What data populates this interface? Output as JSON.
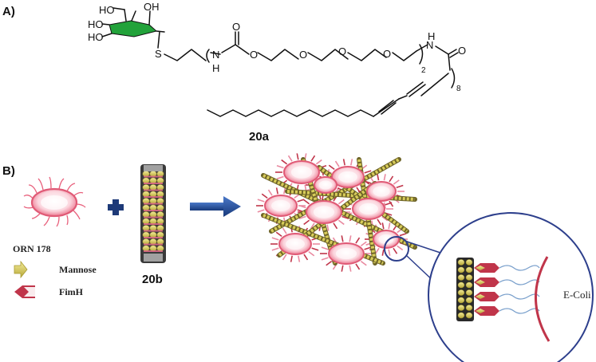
{
  "panel_a": {
    "label": "A)",
    "compound_label": "20a",
    "atoms": {
      "ho1": "HO",
      "oh1": "OH",
      "ho2": "HO",
      "ho3": "HO",
      "s": "S",
      "o1": "O",
      "o2": "O",
      "o3": "O",
      "o4": "O",
      "o5": "O",
      "o6": "O",
      "h1": "H",
      "n1": "N",
      "n2": "N",
      "h2": "H",
      "sub2": "2",
      "sub8": "8"
    }
  },
  "panel_b": {
    "label": "B)",
    "bacterium_label": "ORN 178",
    "legend_mannose": "Mannose",
    "legend_fimh": "FimH",
    "compound_label": "20b",
    "inset_label": "E-Coli"
  },
  "colors": {
    "sugar_ring": "#22a23a",
    "bacterium_pink": "#f08ca0",
    "bacterium_cell": "#fbd6de",
    "arrow_blue": "#1f4e9c",
    "plus_navy": "#1e3a78",
    "fimh_red": "#c0354a",
    "mannose_yellow": "#d8cd5a",
    "tube_dark": "#2a2a2a",
    "inset_blue": "#2d3f8c"
  }
}
